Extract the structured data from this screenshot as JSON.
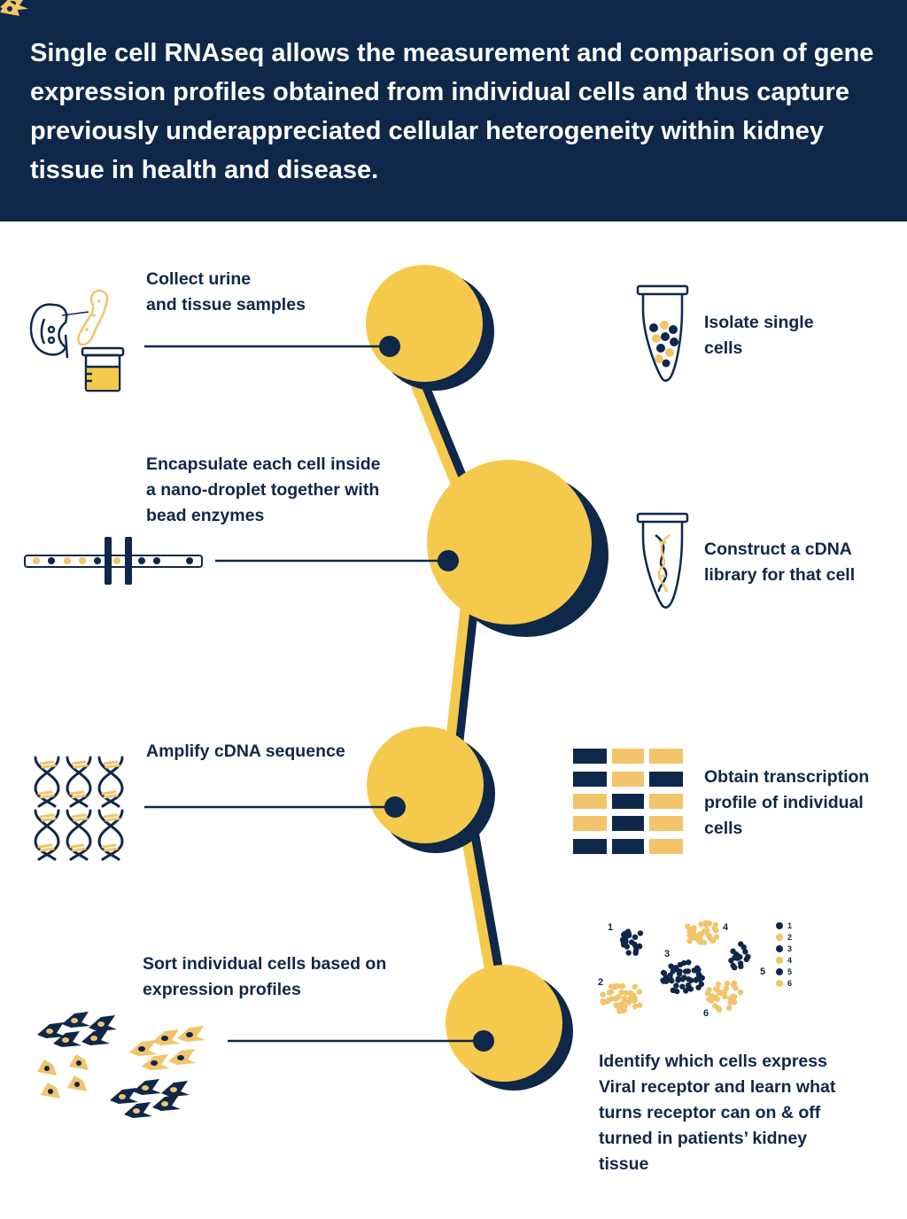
{
  "header": {
    "text": "Single cell RNAseq allows the measurement and comparison of gene expression profiles obtained from individual cells and thus capture previously underappreciated cellular heterogeneity within kidney tissue in health and disease."
  },
  "steps": {
    "collect": "Collect urine\nand tissue samples",
    "isolate": "Isolate single\ncells",
    "encapsulate": "Encapsulate each cell inside\na nano-droplet together with\nbead enzymes",
    "construct": "Construct a cDNA\nlibrary for that cell",
    "amplify": "Amplify cDNA sequence",
    "obtain": "Obtain transcription\nprofile of individual\ncells",
    "sort": "Sort individual cells based on\nexpression profiles",
    "identify": "Identify which cells express\nViral receptor and learn what\nturns receptor can on & off\nturned in patients’ kidney\ntissue"
  },
  "clusters": {
    "labels": [
      "1",
      "2",
      "3",
      "4",
      "5",
      "6"
    ],
    "legend": [
      "1",
      "2",
      "3",
      "4",
      "5",
      "6"
    ]
  },
  "colors": {
    "navy": "#0f2749",
    "yellow": "#f5c94c",
    "light_yellow": "#f2c46b",
    "white": "#ffffff"
  },
  "icons": {
    "collect": "kidney-urine-cup-icon",
    "isolate": "tube-with-cells-icon",
    "encapsulate": "microfluidic-channel-icon",
    "construct": "tube-with-dna-icon",
    "amplify": "dna-helix-grid-icon",
    "obtain": "expression-heatmap-icon",
    "sort": "sorted-cells-icon",
    "identify": "cell-cluster-plot-icon"
  }
}
